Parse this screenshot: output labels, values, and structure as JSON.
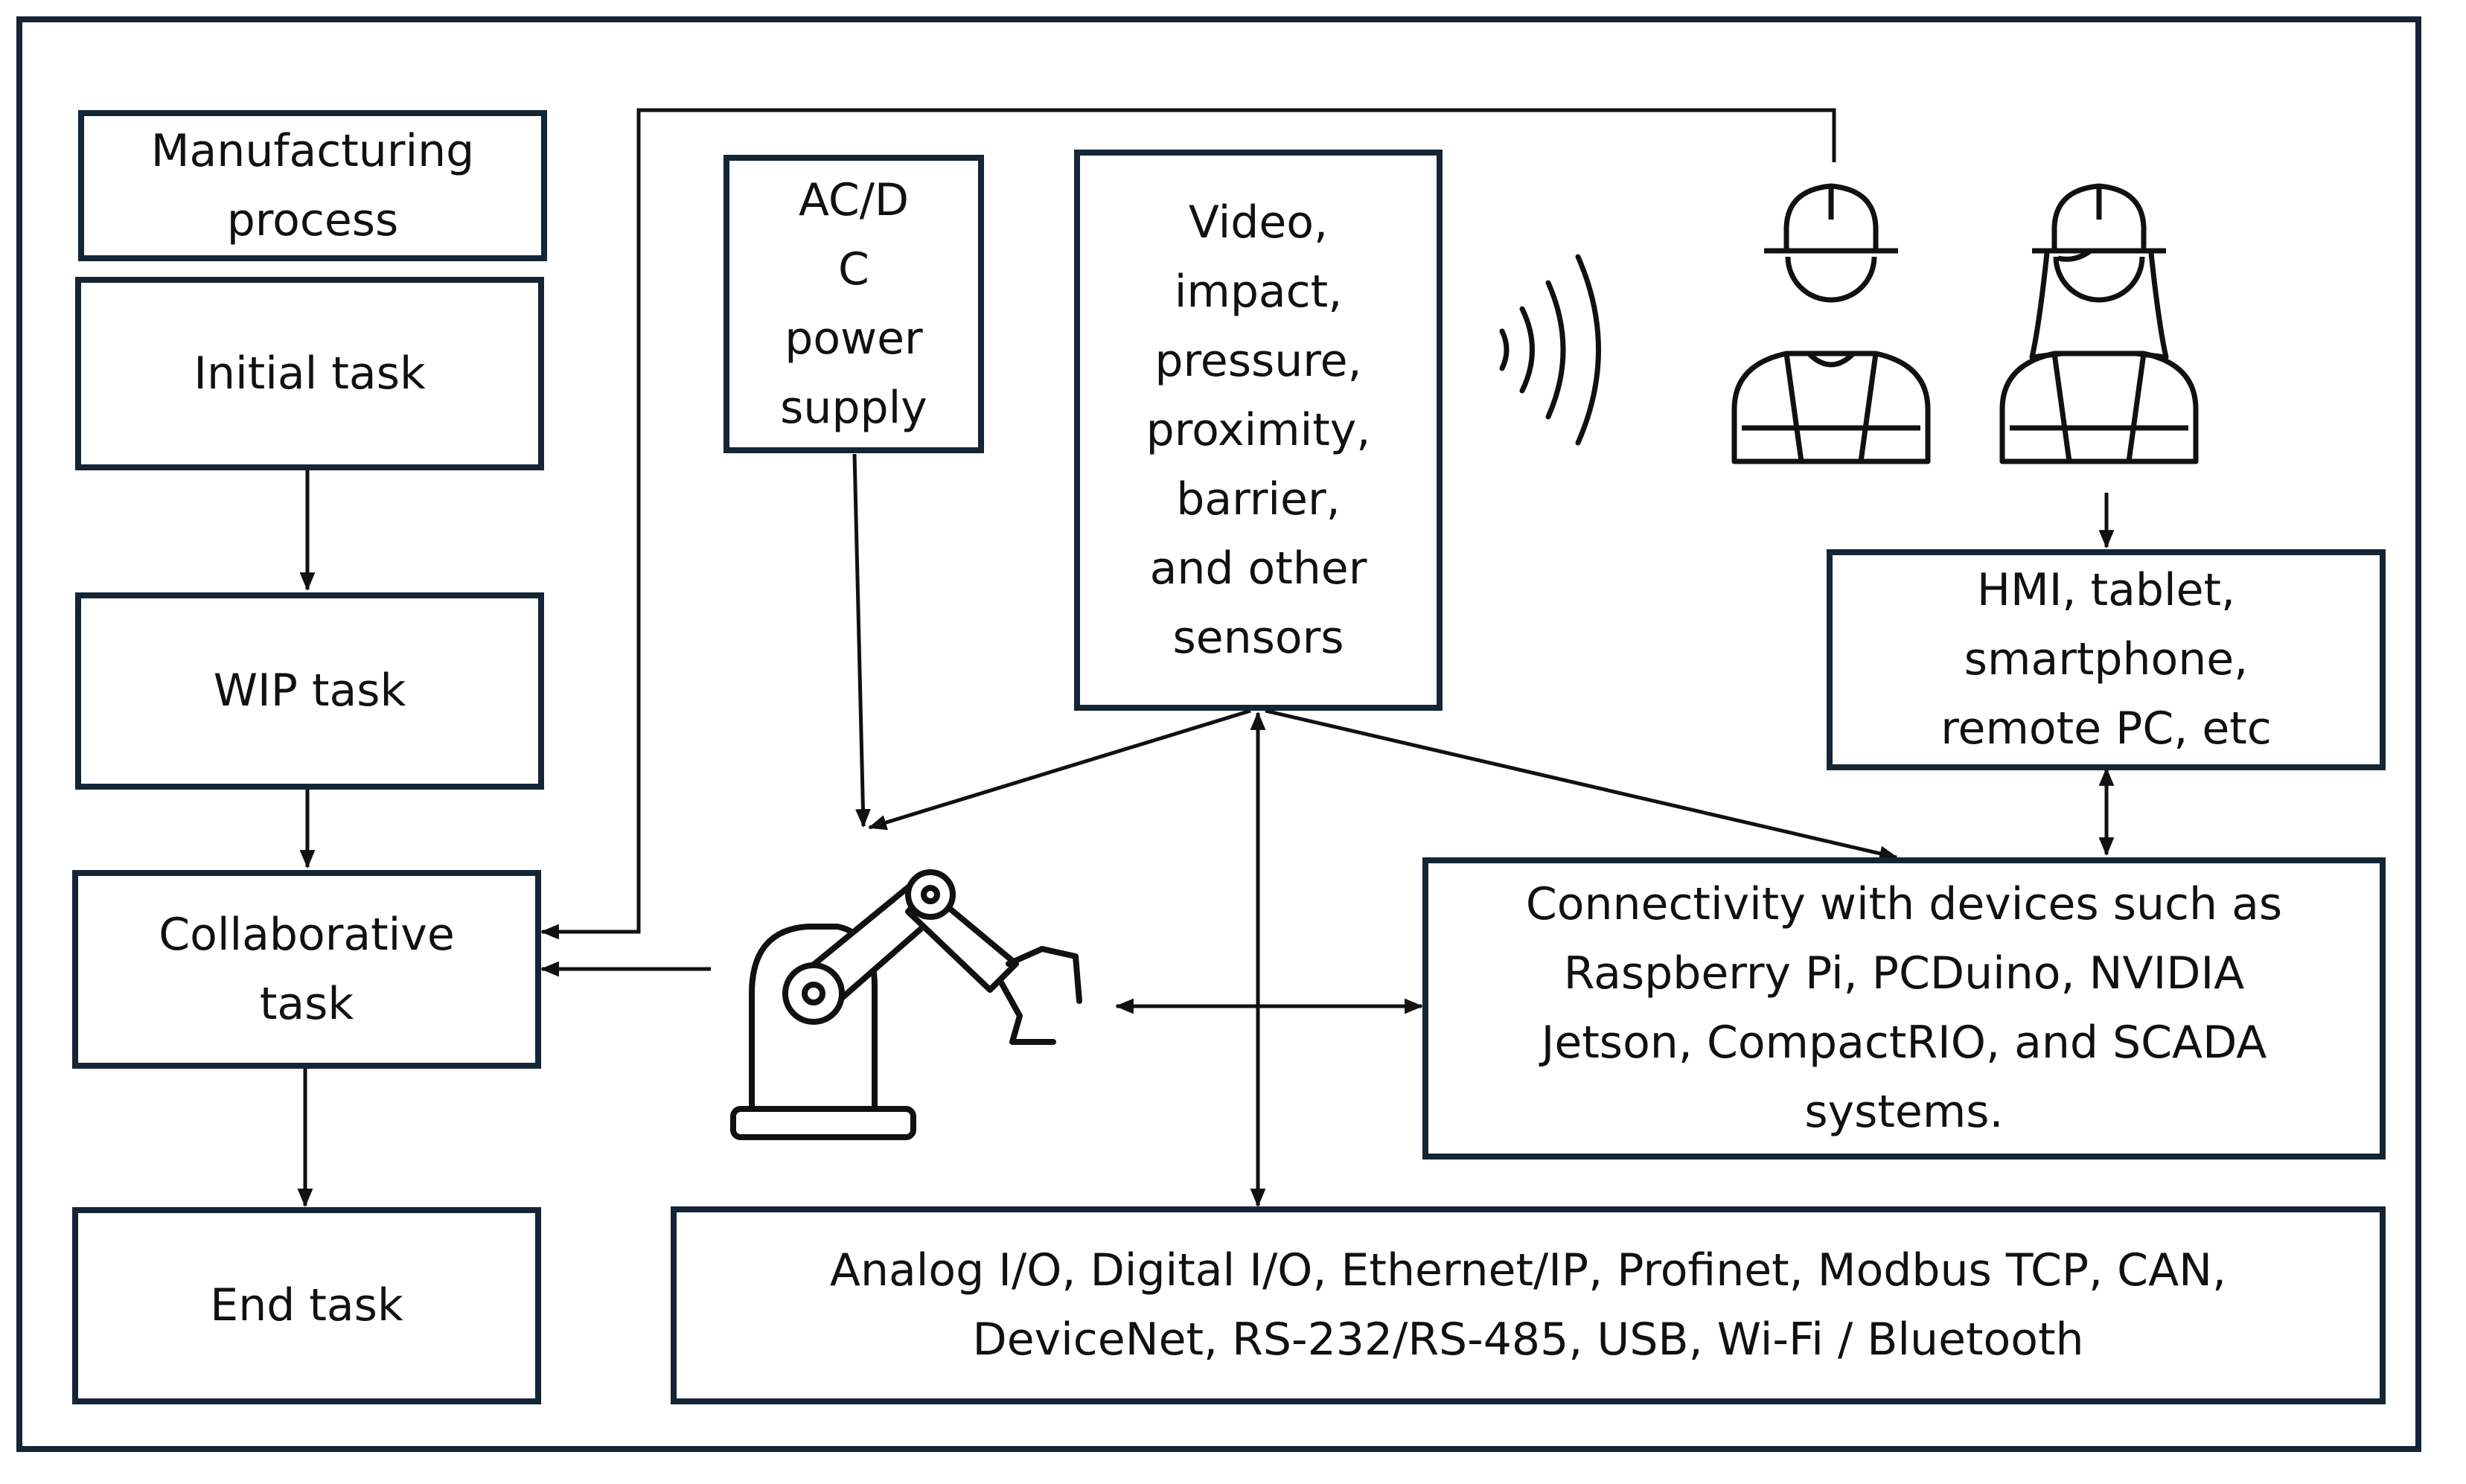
{
  "colors": {
    "border": "#142535",
    "line": "#111111",
    "text": "#111111",
    "background": "#ffffff"
  },
  "icons": {
    "robot": "robot-arm-icon",
    "signal": "wireless-signal-icon",
    "worker_male": "male-worker-icon",
    "worker_female": "female-worker-icon"
  },
  "boxes": {
    "manufacturing": "Manufacturing\nprocess",
    "initial": "Initial task",
    "wip": "WIP task",
    "collaborative": "Collaborative\ntask",
    "end": "End task",
    "power": "AC/D\nC\npower\nsupply",
    "sensors": "Video,\nimpact,\npressure,\nproximity,\nbarrier,\nand other\nsensors",
    "hmi": "HMI, tablet,\nsmartphone,\nremote PC, etc",
    "connectivity": "Connectivity with devices such as\nRaspberry Pi, PCDuino, NVIDIA\nJetson, CompactRIO, and SCADA\nsystems.",
    "protocols": "Analog I/O, Digital I/O, Ethernet/IP, Profinet, Modbus TCP, CAN,\nDeviceNet, RS-232/RS-485, USB, Wi-Fi / Bluetooth"
  }
}
